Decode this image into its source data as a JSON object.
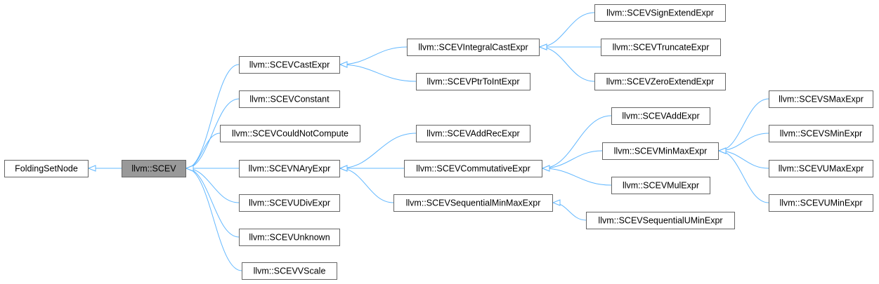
{
  "diagram": {
    "nodes": [
      {
        "id": "folding",
        "label": "FoldingSetNode"
      },
      {
        "id": "scev",
        "label": "llvm::SCEV",
        "highlighted": true
      },
      {
        "id": "castexpr",
        "label": "llvm::SCEVCastExpr"
      },
      {
        "id": "constant",
        "label": "llvm::SCEVConstant"
      },
      {
        "id": "couldnot",
        "label": "llvm::SCEVCouldNotCompute"
      },
      {
        "id": "naryexpr",
        "label": "llvm::SCEVNAryExpr"
      },
      {
        "id": "udivexpr",
        "label": "llvm::SCEVUDivExpr"
      },
      {
        "id": "unknown",
        "label": "llvm::SCEVUnknown"
      },
      {
        "id": "vscale",
        "label": "llvm::SCEVVScale"
      },
      {
        "id": "integralcast",
        "label": "llvm::SCEVIntegralCastExpr"
      },
      {
        "id": "ptrtoint",
        "label": "llvm::SCEVPtrToIntExpr"
      },
      {
        "id": "signext",
        "label": "llvm::SCEVSignExtendExpr"
      },
      {
        "id": "truncate",
        "label": "llvm::SCEVTruncateExpr"
      },
      {
        "id": "zeroext",
        "label": "llvm::SCEVZeroExtendExpr"
      },
      {
        "id": "addrec",
        "label": "llvm::SCEVAddRecExpr"
      },
      {
        "id": "commutative",
        "label": "llvm::SCEVCommutativeExpr"
      },
      {
        "id": "seqminmax",
        "label": "llvm::SCEVSequentialMinMaxExpr"
      },
      {
        "id": "addexpr",
        "label": "llvm::SCEVAddExpr"
      },
      {
        "id": "minmax",
        "label": "llvm::SCEVMinMaxExpr"
      },
      {
        "id": "mulexpr",
        "label": "llvm::SCEVMulExpr"
      },
      {
        "id": "sequmin",
        "label": "llvm::SCEVSequentialUMinExpr"
      },
      {
        "id": "smax",
        "label": "llvm::SCEVSMaxExpr"
      },
      {
        "id": "smin",
        "label": "llvm::SCEVSMinExpr"
      },
      {
        "id": "umax",
        "label": "llvm::SCEVUMaxExpr"
      },
      {
        "id": "umin",
        "label": "llvm::SCEVUMinExpr"
      }
    ],
    "edges": [
      {
        "from": "scev",
        "to": "folding"
      },
      {
        "from": "castexpr",
        "to": "scev"
      },
      {
        "from": "constant",
        "to": "scev"
      },
      {
        "from": "couldnot",
        "to": "scev"
      },
      {
        "from": "naryexpr",
        "to": "scev"
      },
      {
        "from": "udivexpr",
        "to": "scev"
      },
      {
        "from": "unknown",
        "to": "scev"
      },
      {
        "from": "vscale",
        "to": "scev"
      },
      {
        "from": "integralcast",
        "to": "castexpr"
      },
      {
        "from": "ptrtoint",
        "to": "castexpr"
      },
      {
        "from": "signext",
        "to": "integralcast"
      },
      {
        "from": "truncate",
        "to": "integralcast"
      },
      {
        "from": "zeroext",
        "to": "integralcast"
      },
      {
        "from": "addrec",
        "to": "naryexpr"
      },
      {
        "from": "commutative",
        "to": "naryexpr"
      },
      {
        "from": "seqminmax",
        "to": "naryexpr"
      },
      {
        "from": "addexpr",
        "to": "commutative"
      },
      {
        "from": "minmax",
        "to": "commutative"
      },
      {
        "from": "mulexpr",
        "to": "commutative"
      },
      {
        "from": "sequmin",
        "to": "seqminmax"
      },
      {
        "from": "smax",
        "to": "minmax"
      },
      {
        "from": "smin",
        "to": "minmax"
      },
      {
        "from": "umax",
        "to": "minmax"
      },
      {
        "from": "umin",
        "to": "minmax"
      }
    ],
    "colors": {
      "edge": "#63b8ff",
      "node_border": "#666666",
      "node_fill": "#ffffff",
      "highlight_fill": "#999999"
    }
  }
}
